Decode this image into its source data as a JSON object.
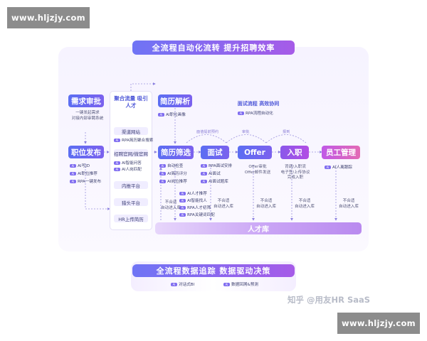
{
  "watermarks": {
    "top": "www.hljzjy.com",
    "bottom": "www.hljzjy.com"
  },
  "header": {
    "title": "全流程自动化流转 提升招聘效率"
  },
  "footer": {
    "title": "全流程数据追踪 数据驱动决策",
    "items": [
      "对话式BI",
      "数据回溯&预测"
    ]
  },
  "credit": "知乎 @用友HR SaaS",
  "left_col": {
    "demand": "需求审批",
    "demand_desc": [
      "一键发起需求",
      "对接内部审聘系统"
    ],
    "publish": "职位发布",
    "publish_tags": [
      "AI写JD",
      "AI职位推荐",
      "RPA一键发布"
    ]
  },
  "channel": {
    "title": "聚合流量 吸引人才",
    "items": [
      {
        "label": "渠道网站",
        "tags": [
          "RPA简历聚合搜索"
        ]
      },
      {
        "label": "招聘官网/微官网",
        "tags": [
          "AI智能问答",
          "AI人岗匹配"
        ]
      },
      {
        "label": "内推平台",
        "tags": []
      },
      {
        "label": "猎头平台",
        "tags": []
      },
      {
        "label": "HR上传简历",
        "tags": []
      }
    ]
  },
  "resume_parse": {
    "title": "简历解析",
    "tag": "AI职位画像"
  },
  "interview_flow": {
    "title": "面试流程 高效协同",
    "tag": "RPA流程自动化"
  },
  "pipeline": {
    "stages": [
      "简历筛选",
      "面试",
      "Offer",
      "入职",
      "员工管理"
    ],
    "arrow_labels": [
      "面值提前预约",
      "审批",
      "报到"
    ],
    "screen_tags": [
      "自动检查",
      "AI简历评分",
      "AI岗位推荐"
    ],
    "interview_tags": [
      "RPA面试安排",
      "AI面试",
      "AI面试题库"
    ],
    "offer_desc": [
      "Offer审批",
      "Offer邮件发送"
    ],
    "onboard_desc": [
      "背调/入职流",
      "电子签/上传协议",
      "完成入职"
    ],
    "staff_tag": "AI人离跟踪"
  },
  "pass_labels": {
    "screen": [
      "不合适",
      "自动进入库"
    ],
    "interview": [
      "不合适",
      "自动进入库"
    ],
    "offer": [
      "不合适",
      "自动进入库"
    ],
    "onboard": [
      "不合适",
      "自动进入库"
    ],
    "staff": [
      "不合适",
      "自动进入库"
    ]
  },
  "talent_pool_side": [
    "AI人才推荐",
    "AI智能找人",
    "RPA人才初筛",
    "RPA关键词匹配"
  ],
  "talent_pool": "人才库",
  "tag_prefix": "Ai"
}
